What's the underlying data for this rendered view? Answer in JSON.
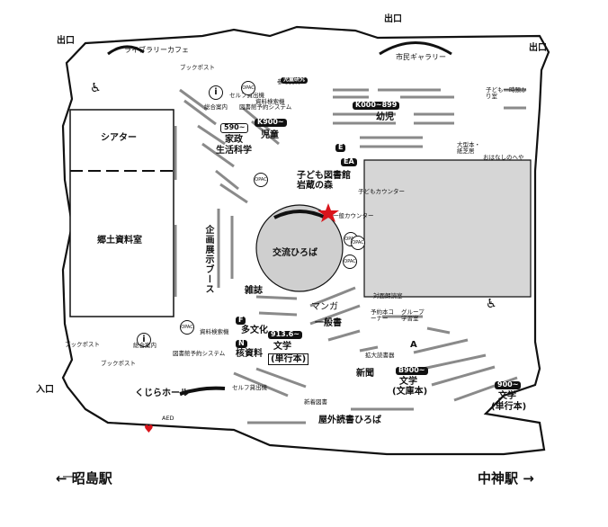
{
  "exits": {
    "top_left": "出口",
    "top_right": "出口",
    "right": "出口",
    "entrance": "入口"
  },
  "areas": {
    "library_cafe": "ライブラリーカフェ",
    "citizen_gallery": "市民ギャラリー",
    "theater": "シアター",
    "local_archives": "郷土資料室",
    "exhibition_booth": "企画展示ブース",
    "exchange_plaza": "交流ひろば",
    "kujira_hall": "くじらホール",
    "outdoor_reading": "屋外読書ひろば",
    "childrens_library": "子ども図書館岩蔵の森",
    "child_care": "子ども一時預かり室",
    "story_room": "おはなしのへや",
    "picture_books": "大型本・紙芝居"
  },
  "desks": {
    "general_info": "総合案内",
    "general_info2": "総合案内",
    "children_counter": "子どもカウンター",
    "general_counter": "一般カウンター",
    "reference_counter": "対面朗読室",
    "group_study": "グループ学習室",
    "reserved_books": "予約本コーナー",
    "enlarged_books": "拡大読書器",
    "self_checkout": "セルフ貸出機",
    "self_checkout2": "セルフ貸出機",
    "book_post": "ブックポスト",
    "book_post2": "ブックポスト",
    "book_post3": "ブックポスト",
    "aed": "AED",
    "search_system": "資料検索機",
    "search_system2": "資料検索機",
    "reservation_system": "図書館予約システム",
    "reservation_system2": "図書館予約システム",
    "reference_books": "参考資料",
    "new_books": "新着図書"
  },
  "shelves": {
    "k000": "K000~899",
    "youth": "幼児",
    "k900": "K900~",
    "children": "児童",
    "s590": "590~",
    "home": "家政",
    "life_science": "生活科学",
    "e": "E",
    "ea": "EA",
    "picture_books_top": "児童研究",
    "magazines": "雑誌",
    "manga": "マンガ",
    "general": "一般書",
    "f": "F",
    "multicultural": "多文化",
    "n": "N",
    "n_label": "核資料",
    "b913": "913.6~",
    "literature": "文学",
    "single_volume": "(単行本)",
    "b900": "B900~",
    "literature2": "文学",
    "paperback": "(文庫本)",
    "s900": "900~",
    "literature3": "文学",
    "single_volume2": "(単行本)",
    "newspapers": "新聞",
    "a": "A"
  },
  "stations": {
    "left": "← 昭島駅",
    "right": "中神駅 →"
  },
  "colors": {
    "accent": "#d9141b",
    "ink": "#111111",
    "gray": "#d4d4d4"
  }
}
